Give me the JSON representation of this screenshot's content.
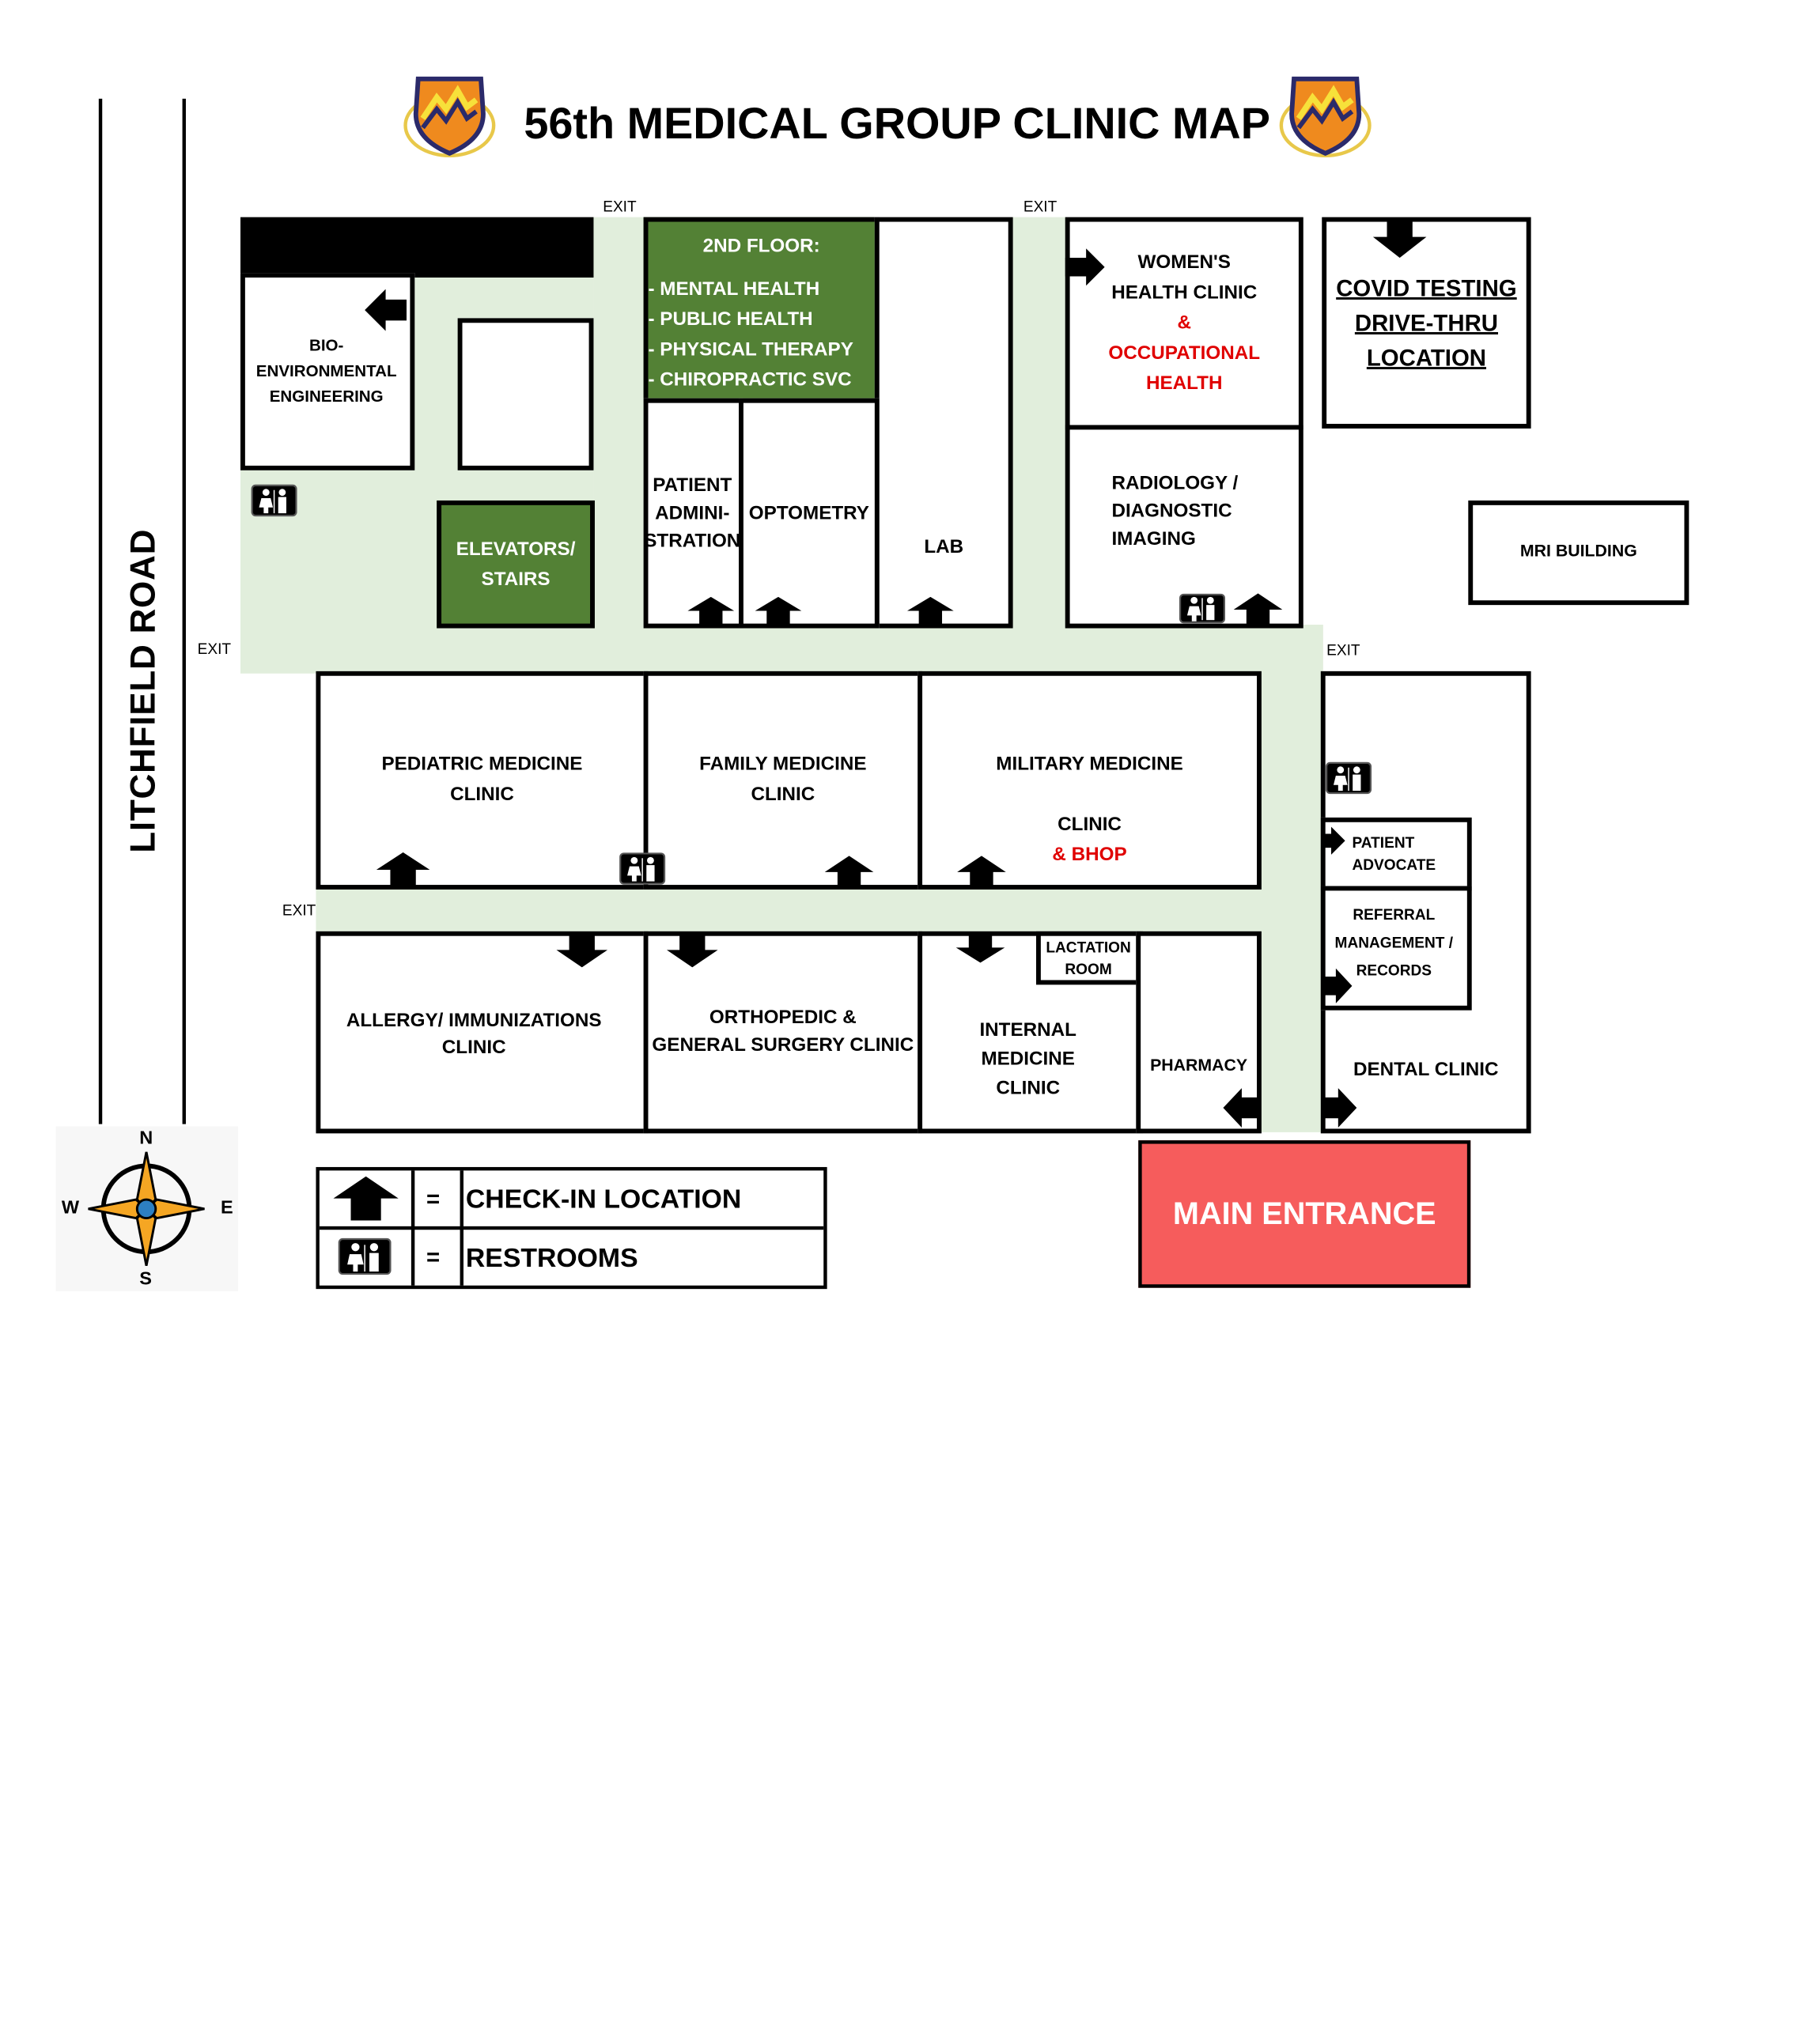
{
  "title": "56th MEDICAL GROUP CLINIC MAP",
  "road": "LITCHFIELD ROAD",
  "exit_label": "EXIT",
  "rooms": {
    "bio": "BIO-\nENVIRONMENTAL\nENGINEERING",
    "second_floor_title": "2ND FLOOR:",
    "second_floor_items": [
      "- MENTAL HEALTH",
      "- PUBLIC HEALTH",
      "- PHYSICAL THERAPY",
      "- CHIROPRACTIC SVC"
    ],
    "elevators": "ELEVATORS/\nSTAIRS",
    "patient_admin": "PATIENT\nADMINI-\nSTRATION",
    "optometry": "OPTOMETRY",
    "lab": "LAB",
    "womens_health": "WOMEN'S\nHEALTH CLINIC",
    "womens_amp": "&",
    "occupational": "OCCUPATIONAL\nHEALTH",
    "covid": [
      "COVID TESTING",
      "DRIVE-THRU",
      "LOCATION"
    ],
    "radiology": "RADIOLOGY /\nDIAGNOSTIC\nIMAGING",
    "mri": "MRI BUILDING",
    "pediatric": "PEDIATRIC MEDICINE\nCLINIC",
    "family": "FAMILY MEDICINE\nCLINIC",
    "military_1": "MILITARY MEDICINE",
    "military_2a": "CLINIC",
    "military_2b": "& BHOP",
    "patient_advocate": "PATIENT\nADVOCATE",
    "referral": "REFERRAL\nMANAGEMENT /\nRECORDS",
    "allergy": "ALLERGY/ IMMUNIZATIONS\nCLINIC",
    "ortho": "ORTHOPEDIC &\nGENERAL SURGERY CLINIC",
    "lactation": "LACTATION\nROOM",
    "internal": "INTERNAL\nMEDICINE\nCLINIC",
    "pharmacy": "PHARMACY",
    "dental": "DENTAL CLINIC",
    "main_entrance": "MAIN ENTRANCE"
  },
  "legend": {
    "equals": "=",
    "checkin": "CHECK-IN LOCATION",
    "restrooms": "RESTROOMS"
  },
  "compass": {
    "n": "N",
    "s": "S",
    "e": "E",
    "w": "W"
  },
  "colors": {
    "hallway": "#e1eedc",
    "green_room": "#538135",
    "main_entrance": "#f65c5c",
    "accent_red": "#e00000"
  }
}
